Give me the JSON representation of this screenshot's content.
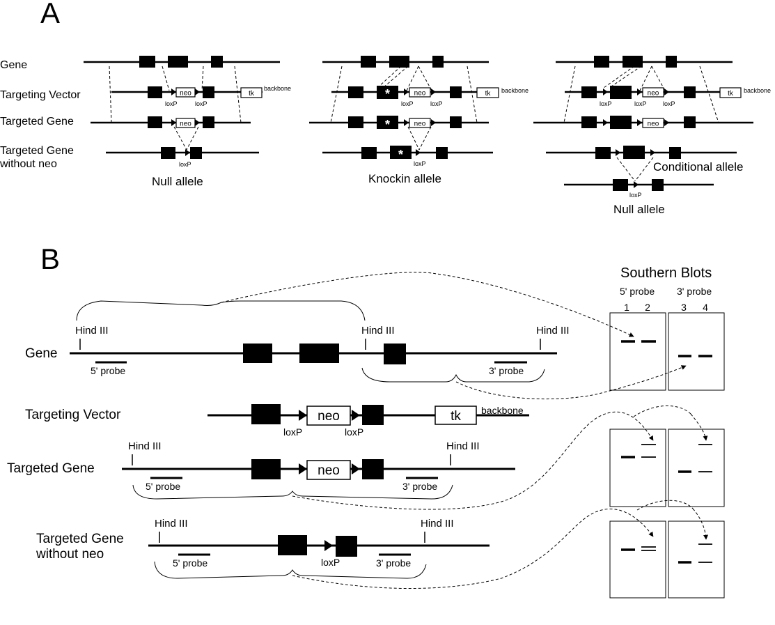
{
  "panel_a": {
    "label": "A",
    "row_labels": {
      "gene": "Gene",
      "targeting_vector": "Targeting Vector",
      "targeted_gene": "Targeted Gene",
      "without_neo_line1": "Targeted Gene",
      "without_neo_line2": "without neo"
    },
    "neo": "neo",
    "tk": "tk",
    "backbone": "backbone",
    "loxp": "loxP",
    "star": "*",
    "null_allele": "Null allele",
    "knockin_allele": "Knockin allele",
    "conditional_allele": "Conditional allele"
  },
  "panel_b": {
    "label": "B",
    "gene": "Gene",
    "targeting_vector": "Targeting Vector",
    "targeted_gene": "Targeted Gene",
    "without_neo_line1": "Targeted Gene",
    "without_neo_line2": "without neo",
    "hind": "Hind III",
    "probe5": "5' probe",
    "probe3": "3' probe",
    "neo": "neo",
    "tk": "tk",
    "backbone": "backbone",
    "loxp": "loxP",
    "southern_title": "Southern Blots",
    "lanes": [
      "1",
      "2",
      "3",
      "4"
    ]
  }
}
